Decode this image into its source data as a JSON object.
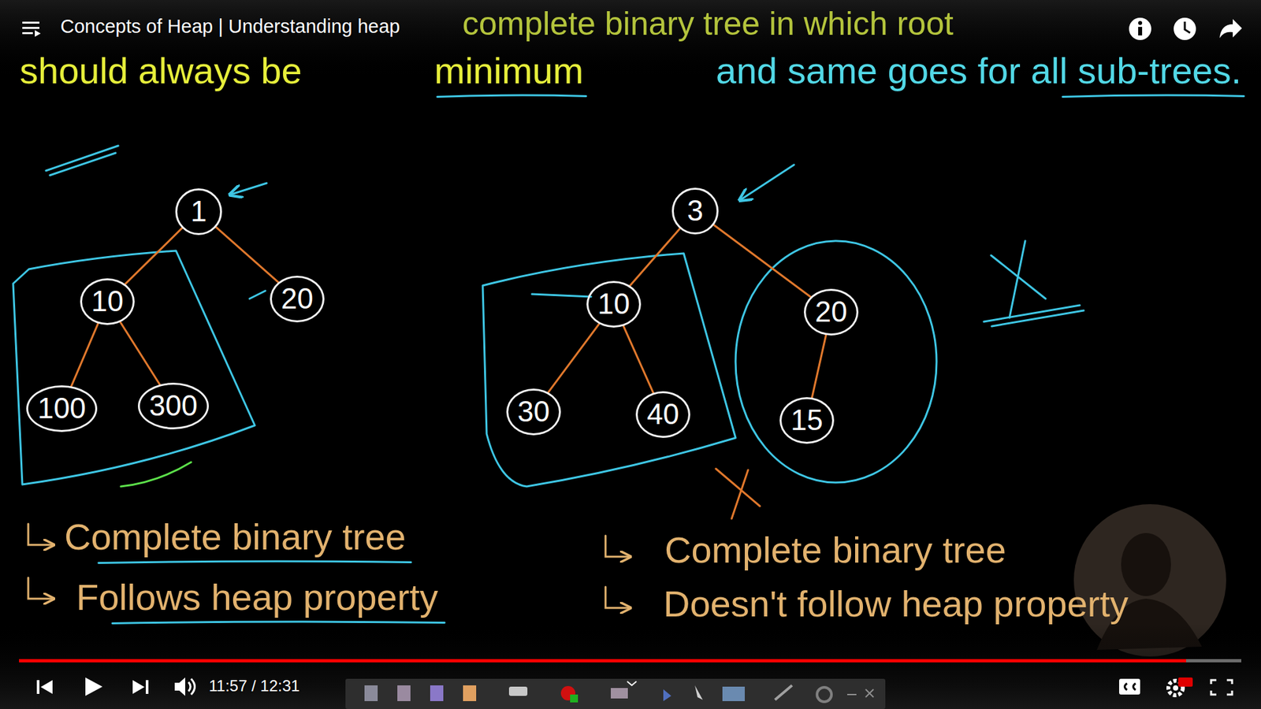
{
  "diagram": {
    "nodes": [
      {
        "text": [
          "1"
        ]
      },
      {
        "text": [
          "10"
        ]
      },
      {
        "text": [
          "20"
        ]
      },
      {
        "text": [
          "100"
        ]
      },
      {
        "text": [
          "300"
        ]
      },
      {
        "text": [
          "3"
        ]
      },
      {
        "text": [
          "10"
        ]
      },
      {
        "text": [
          "20"
        ]
      },
      {
        "text": [
          "30"
        ]
      },
      {
        "text": [
          "40"
        ]
      },
      {
        "text": [
          "15"
        ]
      }
    ],
    "edges": [
      {
        "from": 0,
        "to": 1,
        "arrow": "none"
      },
      {
        "from": 0,
        "to": 2,
        "arrow": "none"
      },
      {
        "from": 1,
        "to": 3,
        "arrow": "none"
      },
      {
        "from": 1,
        "to": 4,
        "arrow": "none"
      },
      {
        "from": 5,
        "to": 6,
        "arrow": "none"
      },
      {
        "from": 5,
        "to": 7,
        "arrow": "none"
      },
      {
        "from": 6,
        "to": 8,
        "arrow": "none"
      },
      {
        "from": 6,
        "to": 9,
        "arrow": "none"
      },
      {
        "from": 7,
        "to": 10,
        "arrow": "none"
      }
    ],
    "labels": [
      "Concepts of Heap | Understanding heap",
      "11:57 / 12:31",
      "complete binary tree in which root",
      "should always be",
      "minimum",
      "and same goes for all sub-trees.",
      "Complete binary tree",
      "Follows heap property",
      "Complete binary tree",
      "Doesn't follow heap property"
    ]
  }
}
